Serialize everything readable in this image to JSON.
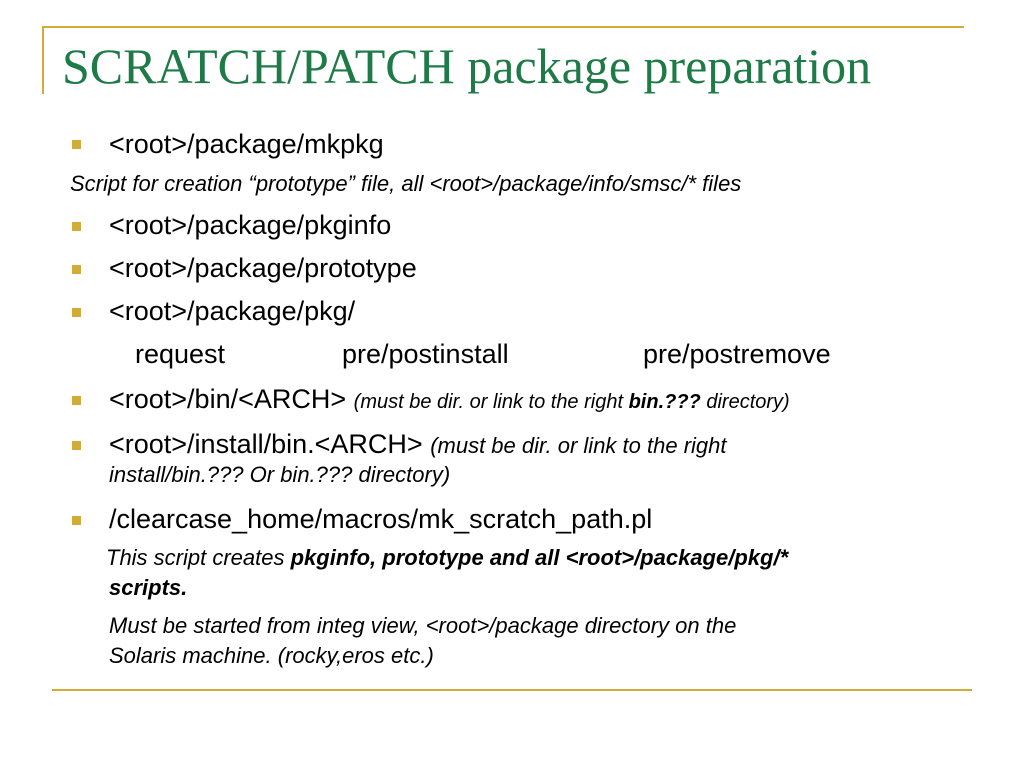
{
  "title": "SCRATCH/PATCH package preparation",
  "items": {
    "mkpkg": "<root>/package/mkpkg",
    "mkpkg_desc": "Script for creation “prototype” file, all <root>/package/info/smsc/* files",
    "pkginfo": "<root>/package/pkginfo",
    "prototype": "<root>/package/prototype",
    "pkg": "<root>/package/pkg/",
    "pkg_files": [
      "request",
      "pre/postinstall",
      "pre/postremove"
    ],
    "bin": "<root>/bin/<ARCH>",
    "bin_note_prefix": "(must be dir. or link to the right ",
    "bin_note_bold": "bin.???",
    "bin_note_suffix": " directory)",
    "install": "<root>/install/bin.<ARCH>",
    "install_note_1": "(must be dir. or link to the right",
    "install_note_2": "install/bin.??? Or bin.??? directory)",
    "script": "/clearcase_home/macros/mk_scratch_path.pl",
    "script_desc_prefix": "This script creates ",
    "script_desc_bold_1": "pkginfo, prototype and all <root>/package/pkg/*",
    "script_desc_bold_2": "scripts.",
    "script_note_1": "Must be started from integ view, <root>/package directory on the",
    "script_note_2": "Solaris machine. (rocky,eros etc.)"
  },
  "colors": {
    "title": "#1e7a46",
    "accent": "#d2ac3a"
  }
}
